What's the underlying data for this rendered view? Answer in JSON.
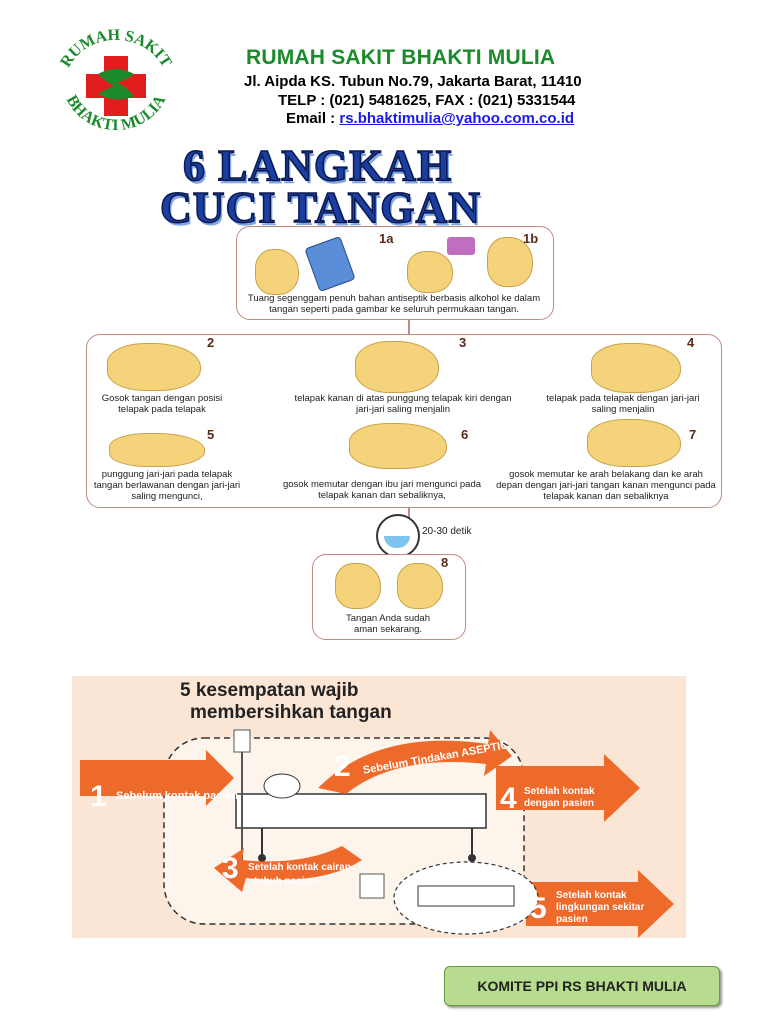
{
  "header": {
    "hospital_name": "RUMAH SAKIT BHAKTI MULIA",
    "logo_text_top": "RUMAH SAKIT",
    "logo_text_bottom": "BHAKTI MULIA",
    "address": "Jl. Aipda KS. Tubun No.79, Jakarta Barat, 11410",
    "phone": "TELP : (021) 5481625, FAX : (021) 5331544",
    "email_label": "Email : ",
    "email": "rs.bhaktimulia@yahoo.com.co.id"
  },
  "title": {
    "line1": "6 LANGKAH",
    "line2": "CUCI TANGAN"
  },
  "steps": {
    "s1a": "1a",
    "s1b": "1b",
    "s1_caption": "Tuang segenggam penuh bahan antiseptik berbasis alkohol ke dalam tangan seperti pada gambar ke seluruh permukaan tangan.",
    "s2": "2",
    "s2_caption": "Gosok tangan dengan posisi telapak pada telapak",
    "s3": "3",
    "s3_caption": "telapak kanan di atas punggung telapak kiri dengan jari-jari saling menjalin",
    "s4": "4",
    "s4_caption": "telapak pada telapak dengan jari-jari saling menjalin",
    "s5": "5",
    "s5_caption": "punggung jari-jari pada telapak tangan berlawanan dengan jari-jari saling mengunci,",
    "s6": "6",
    "s6_caption": "gosok memutar dengan ibu jari mengunci pada telapak kanan dan sebaliknya,",
    "s7": "7",
    "s7_caption": "gosok memutar ke arah belakang dan ke arah depan dengan jari-jari tangan kanan mengunci pada telapak kanan dan sebaliknya",
    "timer": "20-30 detik",
    "s8": "8",
    "s8_caption": "Tangan Anda sudah aman sekarang."
  },
  "wajib": {
    "title1": "5 kesempatan wajib",
    "title2": "membersihkan tangan",
    "m1_num": "1",
    "m1": "Sebelum kontak pasien",
    "m2_num": "2",
    "m2": "Sebelum Tindakan ASEPTIC",
    "m3_num": "3",
    "m3a": "Setelah kontak cairan",
    "m3b": "tubuh pasien",
    "m4_num": "4",
    "m4a": "Setelah kontak",
    "m4b": "dengan pasien",
    "m5_num": "5",
    "m5a": "Setelah kontak",
    "m5b": "lingkungan sekitar",
    "m5c": "pasien"
  },
  "footer": {
    "badge": "KOMITE PPI RS BHAKTI MULIA"
  },
  "colors": {
    "green": "#1a8a2a",
    "title_blue": "#1a3fa0",
    "orange": "#ee6a2a",
    "badge_green": "#b7dc8f"
  }
}
